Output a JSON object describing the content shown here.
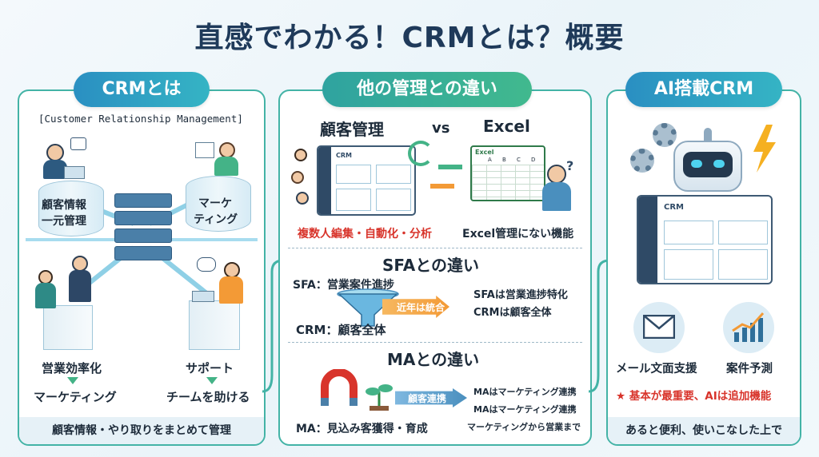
{
  "title": "直感でわかる！CRMとは？概要",
  "left": {
    "header": "CRMとは",
    "subtitle": "[Customer Relationship Management]",
    "node_tl": "顧客情報\n一元管理",
    "node_tl_1": "顧客情報",
    "node_tl_2": "一元管理",
    "node_tr_1": "マーケ",
    "node_tr_2": "ティング",
    "bl_1": "営業効率化",
    "bl_2": "マーケティング",
    "br_1": "サポート",
    "br_2": "チームを助ける",
    "footer": "顧客情報・やり取りをまとめて管理"
  },
  "middle": {
    "header": "他の管理との違い",
    "crm_title": "顧客管理",
    "vs": "vs",
    "excel_title": "Excel",
    "crm_window_label": "CRM",
    "excel_window_label": "Excel",
    "excel_cols": [
      "A",
      "B",
      "C",
      "D"
    ],
    "crm_features": "複数人編集・自動化・分析",
    "excel_missing": "Excel管理にない機能",
    "sfa_title": "SFAとの違い",
    "sfa_label": "SFA：営業案件進捗",
    "crm_label": "CRM：顧客全体",
    "sfa_arrow": "近年は統合",
    "sfa_note_1": "SFAは営業進捗特化",
    "sfa_note_2": "CRMは顧客全体",
    "ma_title": "MAとの違い",
    "ma_arrow": "顧客連携",
    "ma_note_1": "MAはマーケティング連携",
    "ma_note_2": "MAはマーケティング連携",
    "ma_note_3": "マーケティングから営業まで",
    "ma_label": "MA：見込み客獲得・育成"
  },
  "right": {
    "header": "AI搭載CRM",
    "window_label": "CRM",
    "feature_1": "メール文面支援",
    "feature_2": "案件予測",
    "note": "★ 基本が最重要、AIは追加機能",
    "footer": "あると便利、使いこなした上で"
  },
  "colors": {
    "accent_teal": "#43b3a6",
    "pill_blue": "#2a8fc2",
    "red_text": "#d8342b",
    "orange": "#f39a36",
    "green": "#44b387",
    "navy": "#1f3a5a"
  }
}
